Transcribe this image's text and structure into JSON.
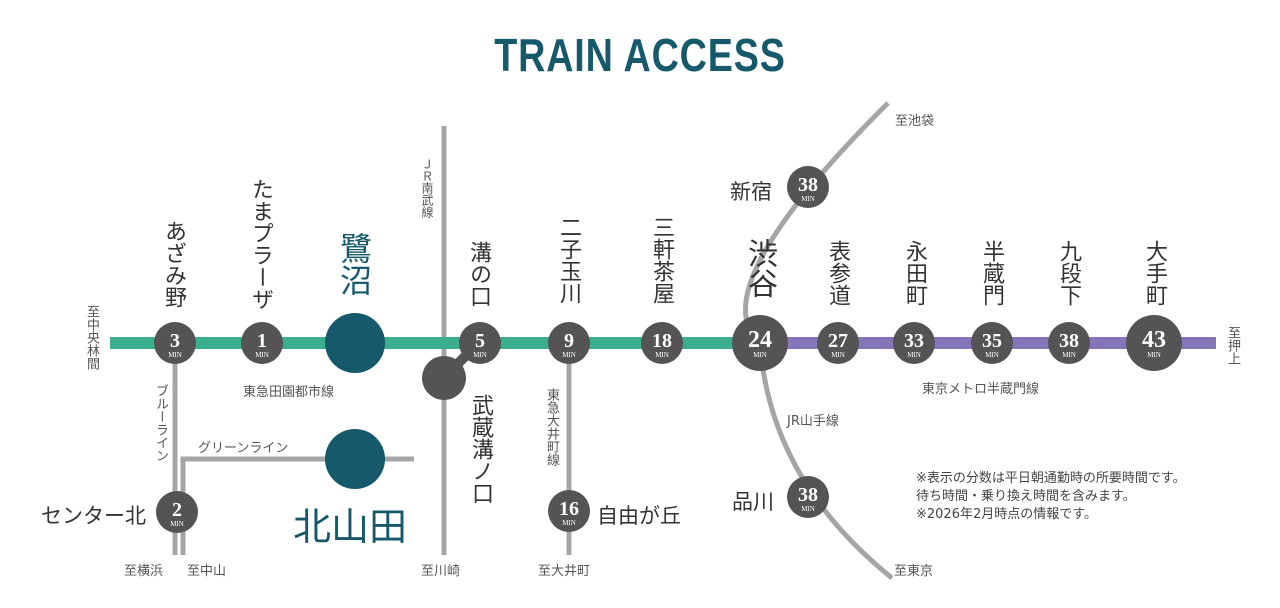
{
  "title": "TRAIN ACCESS",
  "colors": {
    "title": "#15596b",
    "den_en_toshi_line": "#3aae8f",
    "hanzomon_line": "#8476b8",
    "other_lines": "#a5a5a5",
    "station_badge": "#555354",
    "home_station": "#15596b"
  },
  "lines": {
    "den_en_toshi": "東急田園都市線",
    "hanzomon": "東京メトロ半蔵門線",
    "nambu": "ＪＲ南武線",
    "oimachi": "東急大井町線",
    "yamanote": "JR山手線",
    "blue": "ブルーライン",
    "green": "グリーンライン"
  },
  "directions": {
    "chuo_rinkan": "至中央林間",
    "oshiage": "至押上",
    "ikebukuro": "至池袋",
    "tokyo": "至東京",
    "kawasaki": "至川崎",
    "oimachi": "至大井町",
    "yokohama": "至横浜",
    "nakayama": "至中山"
  },
  "unit": "MIN",
  "stations": {
    "azamino": {
      "name": "あざみ野",
      "minutes": "3"
    },
    "tama_plaza": {
      "name": "たまプラーザ",
      "minutes": "1"
    },
    "saginuma": {
      "name": "鷺沼"
    },
    "mizonokuchi": {
      "name": "溝の口",
      "minutes": "5"
    },
    "musashi_mizonokuchi": {
      "name": "武蔵溝ノ口"
    },
    "futako_tamagawa": {
      "name": "二子玉川",
      "minutes": "9"
    },
    "sangenjaya": {
      "name": "三軒茶屋",
      "minutes": "18"
    },
    "shibuya": {
      "name": "渋谷",
      "minutes": "24"
    },
    "omotesando": {
      "name": "表参道",
      "minutes": "27"
    },
    "nagatacho": {
      "name": "永田町",
      "minutes": "33"
    },
    "hanzomon": {
      "name": "半蔵門",
      "minutes": "35"
    },
    "kudanshita": {
      "name": "九段下",
      "minutes": "38"
    },
    "otemachi": {
      "name": "大手町",
      "minutes": "43"
    },
    "shinjuku": {
      "name": "新宿",
      "minutes": "38"
    },
    "shinagawa": {
      "name": "品川",
      "minutes": "38"
    },
    "jiyugaoka": {
      "name": "自由が丘",
      "minutes": "16"
    },
    "center_kita": {
      "name": "センター北",
      "minutes": "2"
    },
    "kitayamata": {
      "name": "北山田"
    }
  },
  "notes": [
    "※表示の分数は平日朝通勤時の所要時間です。",
    "待ち時間・乗り換え時間を含みます。",
    "※2026年2月時点の情報です。"
  ]
}
